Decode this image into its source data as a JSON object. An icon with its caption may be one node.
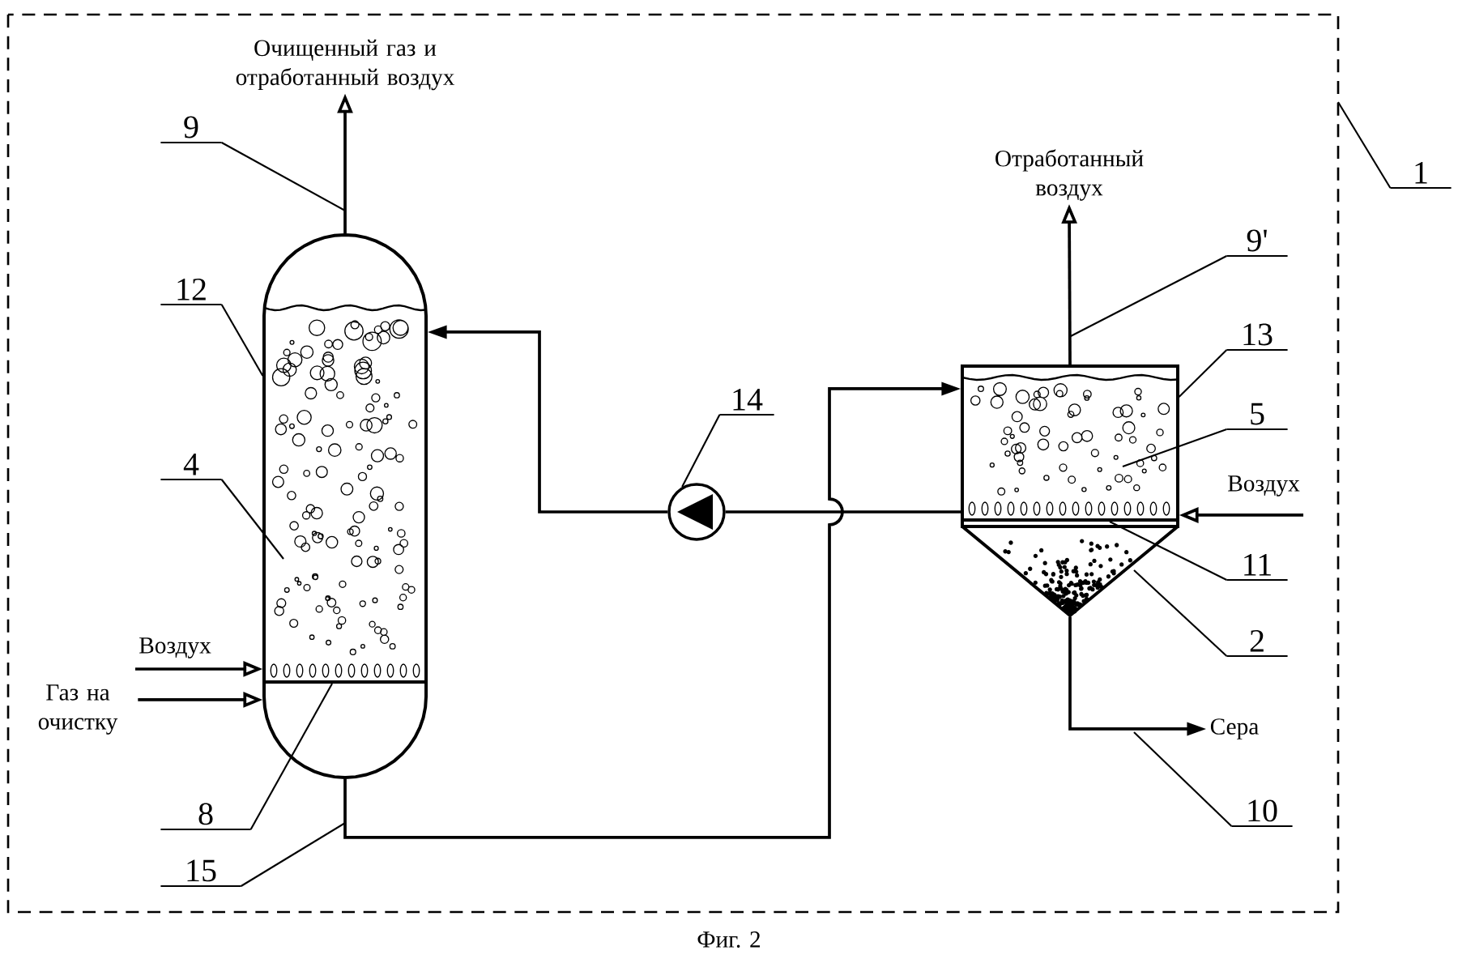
{
  "diagram": {
    "caption": "Фиг. 2",
    "nodes": [
      {
        "text": [],
        "shape": "cylinder"
      },
      {
        "text": [],
        "shape": "box"
      },
      {
        "text": [],
        "shape": "circle"
      },
      {
        "text": [
          "Очищенный газ и отработанный воздух"
        ]
      },
      {
        "text": [
          "Отработанный воздух"
        ]
      },
      {
        "text": [
          "Воздух"
        ]
      },
      {
        "text": [
          "Газ на очистку"
        ]
      },
      {
        "text": [
          "Воздух"
        ]
      },
      {
        "text": [
          "Сера"
        ]
      },
      {
        "text": [
          "1"
        ]
      },
      {
        "text": [
          "9"
        ]
      },
      {
        "text": [
          "9'"
        ]
      },
      {
        "text": [
          "12"
        ]
      },
      {
        "text": [
          "14"
        ]
      },
      {
        "text": [
          "13"
        ]
      },
      {
        "text": [
          "5"
        ]
      },
      {
        "text": [
          "4"
        ]
      },
      {
        "text": [
          "11"
        ]
      },
      {
        "text": [
          "2"
        ]
      },
      {
        "text": [
          "8"
        ]
      },
      {
        "text": [
          "10"
        ]
      },
      {
        "text": [
          "15"
        ]
      }
    ],
    "edges": [
      {
        "from": 0,
        "to": 3,
        "arrow": "to"
      },
      {
        "from": 1,
        "to": 4,
        "arrow": "to"
      },
      {
        "from": 5,
        "to": 0,
        "arrow": "to"
      },
      {
        "from": 6,
        "to": 0,
        "arrow": "to"
      },
      {
        "from": 7,
        "to": 1,
        "arrow": "to"
      },
      {
        "from": 1,
        "to": 8,
        "arrow": "to"
      },
      {
        "from": 1,
        "to": 2,
        "arrow": "none"
      },
      {
        "from": 2,
        "to": 0,
        "arrow": "to"
      },
      {
        "from": 0,
        "to": 1,
        "arrow": "to"
      },
      {
        "from": 9,
        "to": null,
        "arrow": "none"
      },
      {
        "from": 10,
        "to": null,
        "arrow": "none"
      },
      {
        "from": 11,
        "to": null,
        "arrow": "none"
      },
      {
        "from": 12,
        "to": 0,
        "arrow": "none"
      },
      {
        "from": 13,
        "to": 2,
        "arrow": "none"
      },
      {
        "from": 14,
        "to": 1,
        "arrow": "none"
      },
      {
        "from": 15,
        "to": 1,
        "arrow": "none"
      },
      {
        "from": 16,
        "to": 0,
        "arrow": "none"
      },
      {
        "from": 17,
        "to": 1,
        "arrow": "none"
      },
      {
        "from": 18,
        "to": 1,
        "arrow": "none"
      },
      {
        "from": 19,
        "to": 0,
        "arrow": "none"
      },
      {
        "from": 20,
        "to": null,
        "arrow": "none"
      },
      {
        "from": 21,
        "to": null,
        "arrow": "none"
      }
    ]
  }
}
